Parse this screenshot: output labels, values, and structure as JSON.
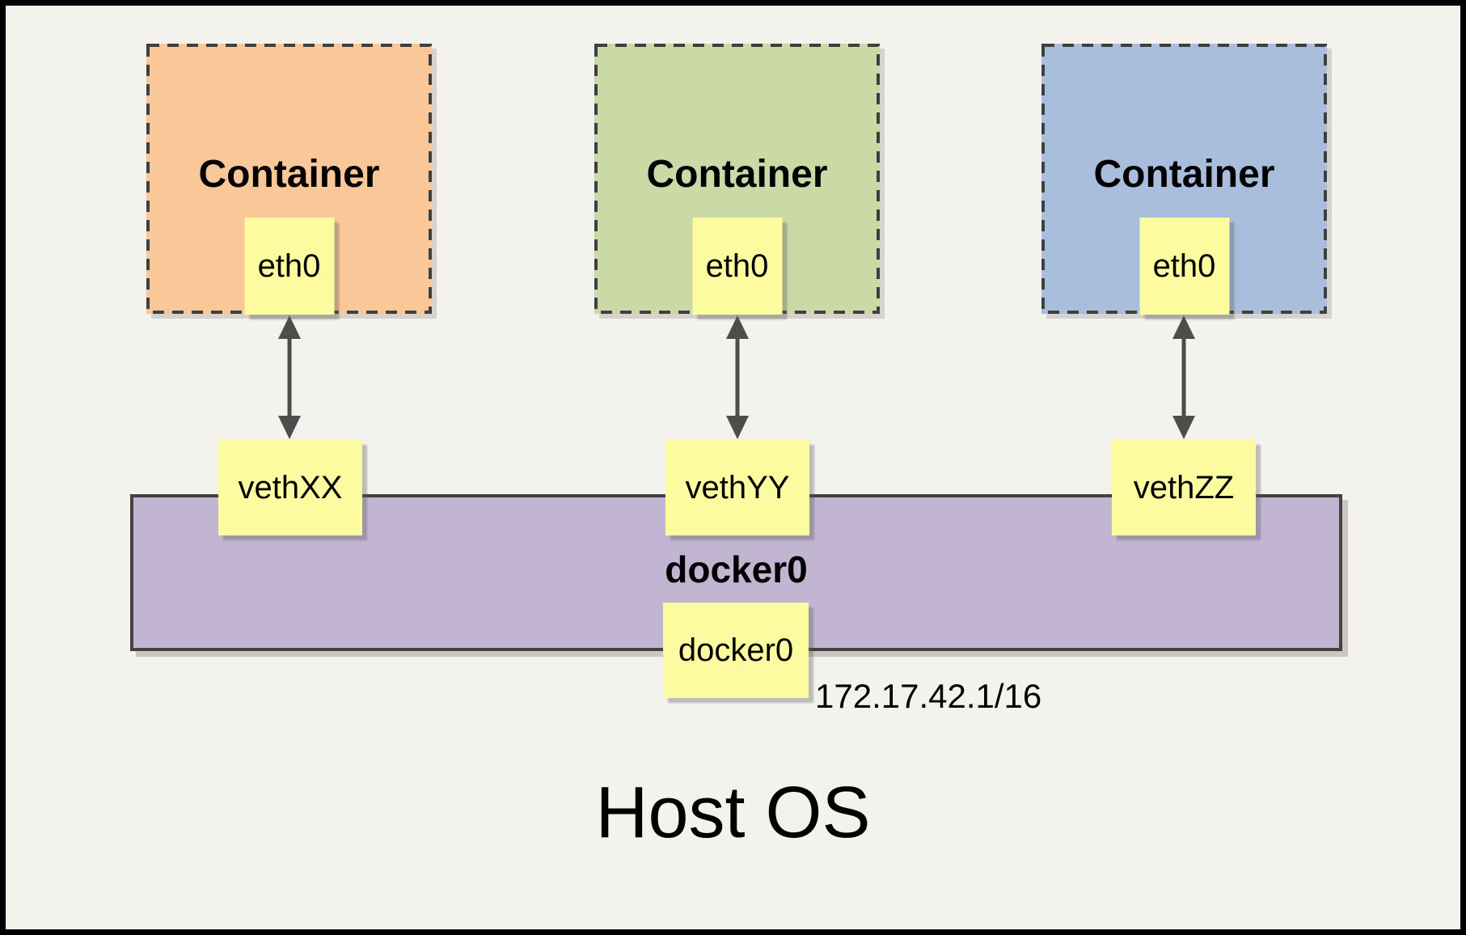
{
  "containers": [
    {
      "label": "Container",
      "interface": "eth0",
      "veth": "vethXX",
      "color": "#FAC898"
    },
    {
      "label": "Container",
      "interface": "eth0",
      "veth": "vethYY",
      "color": "#CBD9A6"
    },
    {
      "label": "Container",
      "interface": "eth0",
      "veth": "vethZZ",
      "color": "#A9BDDC"
    }
  ],
  "bridge": {
    "label": "docker0",
    "interface": "docker0",
    "ip": "172.17.42.1/16",
    "color": "#C2B5D1"
  },
  "host": {
    "label": "Host OS"
  },
  "colors": {
    "background": "#F4F2ED",
    "interface_box": "#FDFBA0",
    "dashed_stroke": "#3F3F3F",
    "arrow": "#4D4D4D"
  }
}
